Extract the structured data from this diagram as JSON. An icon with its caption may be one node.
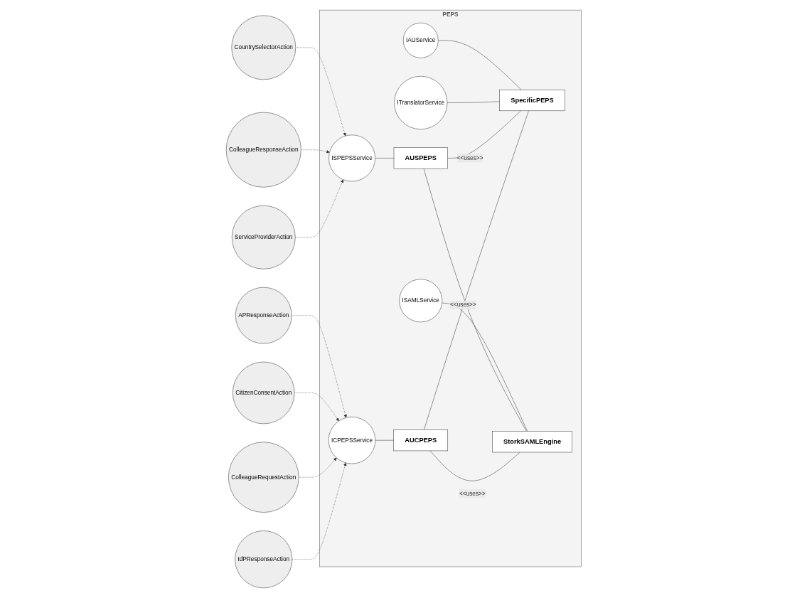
{
  "diagram": {
    "nodes": [
      {
        "text": [
          "PEPS"
        ]
      },
      {
        "text": [
          "CountrySelectorAction"
        ]
      },
      {
        "text": [
          "ColleagueResponseAction"
        ]
      },
      {
        "text": [
          "ServiceProviderAction"
        ]
      },
      {
        "text": [
          "ISPEPSService"
        ],
        "in": 0
      },
      {
        "text": [
          "AUSPEPS"
        ],
        "in": 0
      },
      {
        "text": [
          "IAUService"
        ],
        "in": 0
      },
      {
        "text": [
          "ITranslatorService"
        ],
        "in": 0
      },
      {
        "text": [
          "SpecificPEPS"
        ],
        "in": 0
      },
      {
        "text": [
          "APResponseAction"
        ]
      },
      {
        "text": [
          "CitizenConsentAction"
        ]
      },
      {
        "text": [
          "ColleagueRequestAction"
        ]
      },
      {
        "text": [
          "IdPResponseAction"
        ]
      },
      {
        "text": [
          "ICPEPSService"
        ],
        "in": 0
      },
      {
        "text": [
          "AUCPEPS"
        ],
        "in": 0
      },
      {
        "text": [
          "ISAMLService"
        ],
        "in": 0
      },
      {
        "text": [
          "StorkSAMLEngine"
        ],
        "in": 0
      }
    ],
    "edges": [
      {
        "from": 1,
        "to": 4,
        "arrow": "to",
        "style": "dashed"
      },
      {
        "from": 2,
        "to": 4,
        "arrow": "to",
        "style": "dashed"
      },
      {
        "from": 3,
        "to": 4,
        "arrow": "to",
        "style": "dashed"
      },
      {
        "from": 4,
        "to": 5,
        "arrow": "none"
      },
      {
        "from": 6,
        "to": 8,
        "arrow": "none"
      },
      {
        "from": 7,
        "to": 8,
        "arrow": "none"
      },
      {
        "from": 5,
        "to": 8,
        "arrow": "none",
        "label": "<<uses>>"
      },
      {
        "from": 9,
        "to": 13,
        "arrow": "to",
        "style": "dashed"
      },
      {
        "from": 10,
        "to": 13,
        "arrow": "to",
        "style": "dashed"
      },
      {
        "from": 11,
        "to": 13,
        "arrow": "to",
        "style": "dashed"
      },
      {
        "from": 12,
        "to": 13,
        "arrow": "to",
        "style": "dashed"
      },
      {
        "from": 13,
        "to": 14,
        "arrow": "none"
      },
      {
        "from": 15,
        "to": 16,
        "arrow": "none"
      },
      {
        "from": 5,
        "to": 16,
        "arrow": "none",
        "label": "<<uses>>"
      },
      {
        "from": 14,
        "to": 8,
        "arrow": "none"
      },
      {
        "from": 14,
        "to": 16,
        "arrow": "none",
        "label": "<<uses>>"
      }
    ]
  }
}
